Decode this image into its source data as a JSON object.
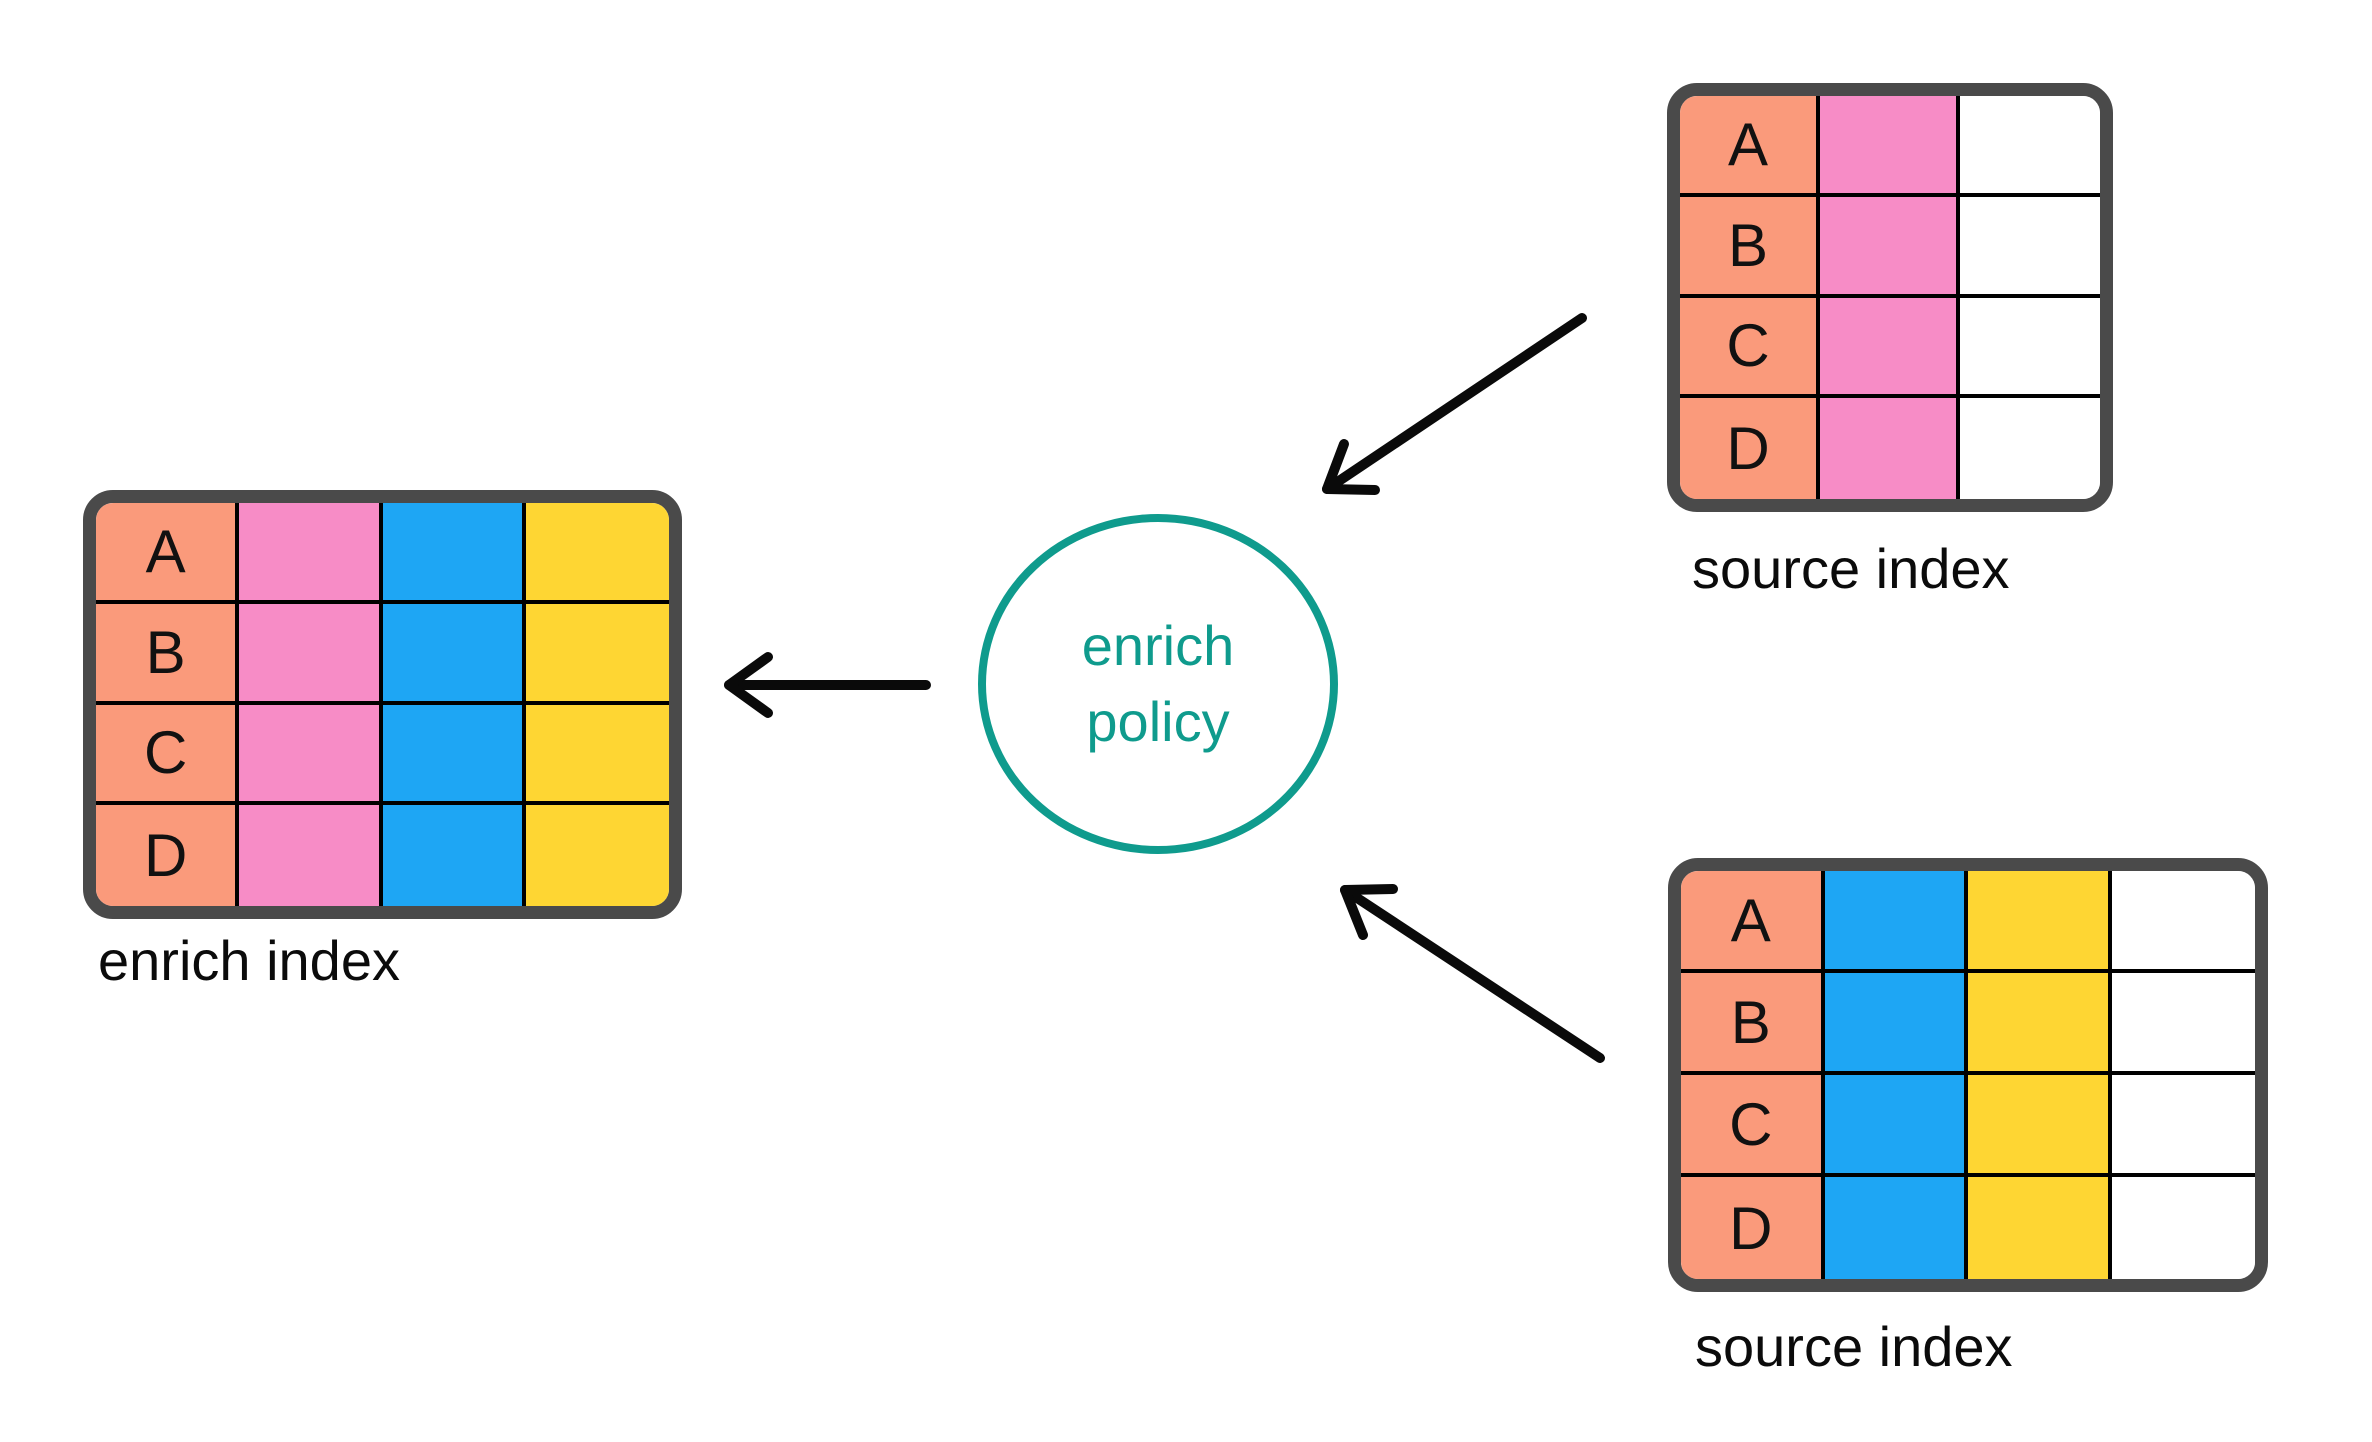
{
  "colors": {
    "salmon": "#FA9A7B",
    "pink": "#F78CC6",
    "blue": "#1EA6F4",
    "yellow": "#FED633",
    "white": "#FFFFFF",
    "teal": "#0F9B8D",
    "border": "#4A4A4A",
    "grid": "#000000"
  },
  "diagram": {
    "enrich_index": {
      "label": "enrich index",
      "row_labels": [
        "A",
        "B",
        "C",
        "D"
      ],
      "columns": [
        "salmon",
        "pink",
        "blue",
        "yellow"
      ]
    },
    "source_index_top": {
      "label": "source index",
      "row_labels": [
        "A",
        "B",
        "C",
        "D"
      ],
      "columns": [
        "salmon",
        "pink",
        "white"
      ]
    },
    "source_index_bottom": {
      "label": "source index",
      "row_labels": [
        "A",
        "B",
        "C",
        "D"
      ],
      "columns": [
        "salmon",
        "blue",
        "yellow",
        "white"
      ]
    },
    "policy": {
      "line1": "enrich",
      "line2": "policy"
    }
  }
}
